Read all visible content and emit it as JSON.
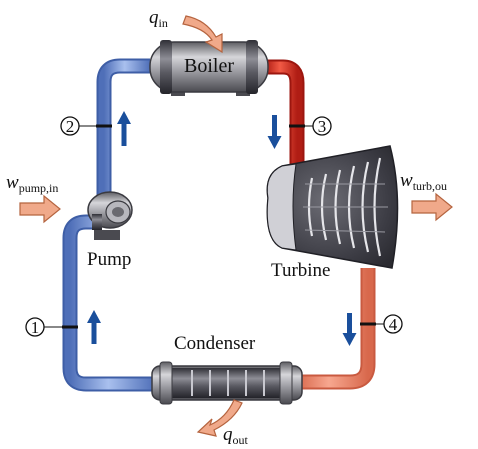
{
  "components": {
    "boiler": "Boiler",
    "pump": "Pump",
    "turbine": "Turbine",
    "condenser": "Condenser"
  },
  "energy": {
    "q_in": {
      "symbol": "q",
      "sub": "in"
    },
    "q_out": {
      "symbol": "q",
      "sub": "out"
    },
    "w_pump_in": {
      "symbol": "w",
      "sub": "pump,in"
    },
    "w_turb_out": {
      "symbol": "w",
      "sub": "turb,ou"
    }
  },
  "states": [
    "1",
    "2",
    "3",
    "4"
  ],
  "colors": {
    "cold_pipe": "#6f8fd1",
    "hot_pipe": "#d92b1e",
    "warm_pipe": "#f08a6c",
    "flow_arrow": "#1a4f9c",
    "energy_arrow": "#f0a98a"
  }
}
